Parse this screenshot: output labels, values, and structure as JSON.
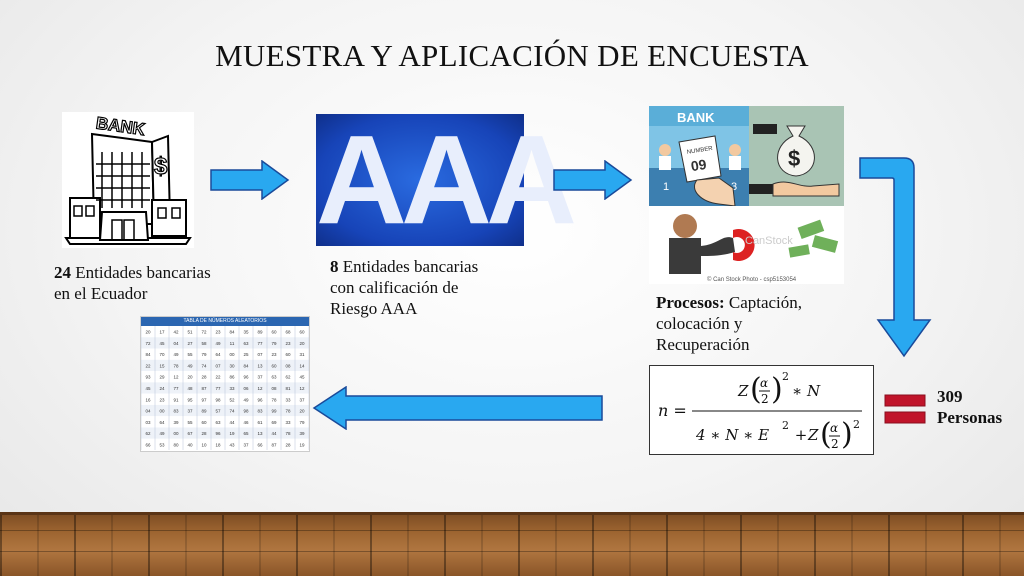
{
  "title": "MUESTRA Y APLICACIÓN DE ENCUESTA",
  "step1": {
    "number": "24",
    "text_line1": " Entidades bancarias",
    "text_line2": "en el Ecuador",
    "image_label": "BANK"
  },
  "step2": {
    "number": "8",
    "text_line1": " Entidades bancarias",
    "text_line2": "con calificación de",
    "text_line3": "Riesgo AAA",
    "image_label": "AAA"
  },
  "step3": {
    "bold": "Procesos:",
    "text_line1": " Captación,",
    "text_line2": "colocación y",
    "text_line3": "Recuperación",
    "image_label_bank": "BANK",
    "image_label_number": "NUMBER",
    "image_label_counter": "09",
    "image_label_one": "1",
    "image_label_three": "3",
    "image_watermark": "© Can Stock Photo - csp5153054",
    "image_canstock": "CanStock"
  },
  "table_image": {
    "header": "TABLA DE NÚMEROS ALEATORIOS",
    "rows": [
      [
        "20",
        "17",
        "42",
        "51",
        "72",
        "23",
        "84",
        "35",
        "89",
        "60",
        "68",
        "60"
      ],
      [
        "72",
        "45",
        "04",
        "27",
        "58",
        "49",
        "11",
        "63",
        "77",
        "79",
        "23",
        "20"
      ],
      [
        "84",
        "70",
        "49",
        "55",
        "79",
        "64",
        "00",
        "25",
        "07",
        "23",
        "60",
        "31"
      ],
      [
        "22",
        "15",
        "78",
        "49",
        "74",
        "07",
        "30",
        "84",
        "13",
        "60",
        "08",
        "14"
      ],
      [
        "93",
        "29",
        "12",
        "20",
        "28",
        "22",
        "86",
        "96",
        "37",
        "63",
        "62",
        "45"
      ],
      [
        "45",
        "24",
        "77",
        "48",
        "87",
        "77",
        "33",
        "06",
        "12",
        "08",
        "81",
        "12"
      ],
      [
        "16",
        "23",
        "91",
        "95",
        "97",
        "98",
        "52",
        "49",
        "96",
        "78",
        "33",
        "37"
      ],
      [
        "04",
        "00",
        "83",
        "37",
        "89",
        "57",
        "74",
        "98",
        "83",
        "99",
        "78",
        "20"
      ],
      [
        "03",
        "64",
        "39",
        "55",
        "60",
        "63",
        "44",
        "46",
        "61",
        "69",
        "33",
        "79"
      ],
      [
        "62",
        "49",
        "00",
        "67",
        "28",
        "96",
        "19",
        "65",
        "13",
        "44",
        "78",
        "39"
      ],
      [
        "66",
        "53",
        "80",
        "40",
        "10",
        "18",
        "43",
        "37",
        "66",
        "87",
        "28",
        "19"
      ]
    ]
  },
  "formula": {
    "lhs": "n =",
    "z": "Z",
    "alpha": "α",
    "two": "2",
    "sq": "2",
    "times_n": "∗ N",
    "den_prefix": "4 ∗ N ∗ E",
    "den_sq": "2",
    "den_plus": " + ",
    "den_z": "Z",
    "den_sq2": "2"
  },
  "result": {
    "number": "309",
    "label": "Personas"
  },
  "colors": {
    "arrow_fill": "#29a8f0",
    "arrow_stroke": "#1a4a9a",
    "equals_color": "#c0142a",
    "aaa_bg": "#1744b8"
  }
}
